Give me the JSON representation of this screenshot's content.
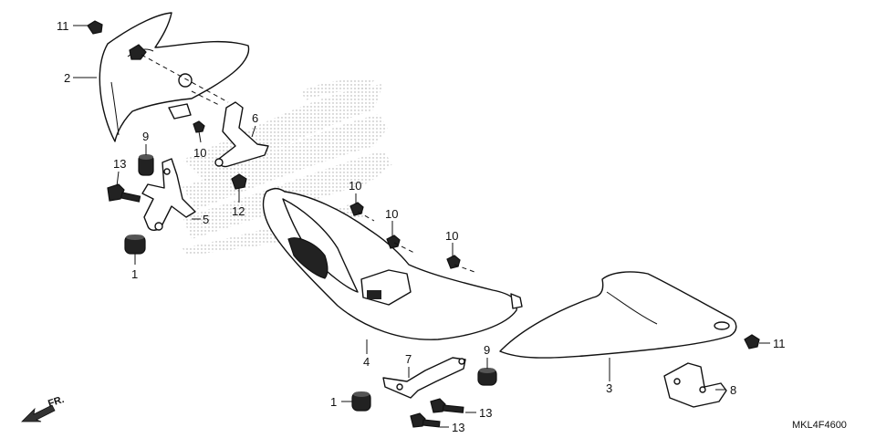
{
  "diagram": {
    "code": "MKL4F4600",
    "direction": "FR.",
    "callouts": [
      {
        "id": "c11a",
        "text": "11"
      },
      {
        "id": "c2",
        "text": "2"
      },
      {
        "id": "c6",
        "text": "6"
      },
      {
        "id": "c9a",
        "text": "9"
      },
      {
        "id": "c10a",
        "text": "10"
      },
      {
        "id": "c13a",
        "text": "13"
      },
      {
        "id": "c5",
        "text": "5"
      },
      {
        "id": "c12",
        "text": "12"
      },
      {
        "id": "c1a",
        "text": "1"
      },
      {
        "id": "c10b",
        "text": "10"
      },
      {
        "id": "c10c",
        "text": "10"
      },
      {
        "id": "c10d",
        "text": "10"
      },
      {
        "id": "c4",
        "text": "4"
      },
      {
        "id": "c7",
        "text": "7"
      },
      {
        "id": "c9b",
        "text": "9"
      },
      {
        "id": "c1b",
        "text": "1"
      },
      {
        "id": "c13b",
        "text": "13"
      },
      {
        "id": "c13c",
        "text": "13"
      },
      {
        "id": "c3",
        "text": "3"
      },
      {
        "id": "c11b",
        "text": "11"
      },
      {
        "id": "c8",
        "text": "8"
      }
    ]
  }
}
